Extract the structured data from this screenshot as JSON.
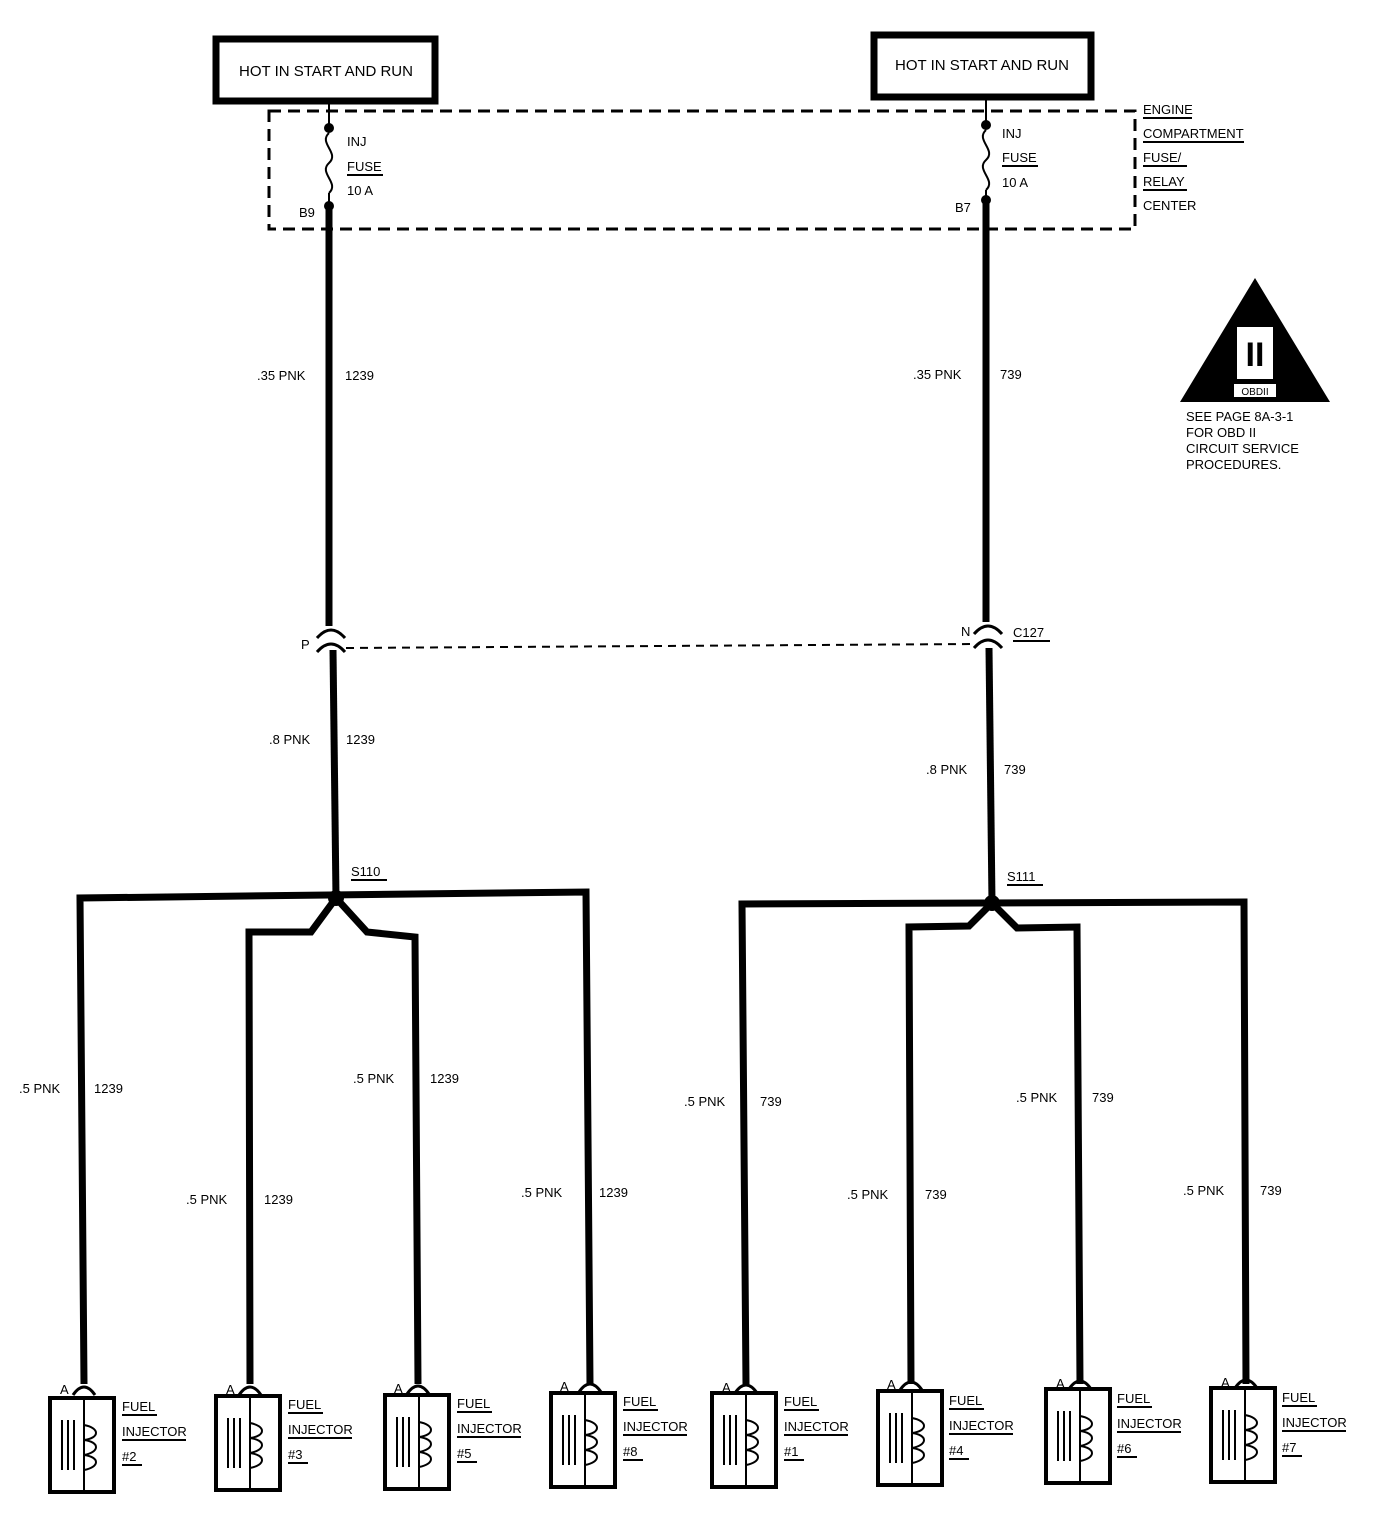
{
  "power_labels": [
    "HOT IN START AND RUN",
    "HOT IN START AND RUN"
  ],
  "fuse_center": {
    "lines": [
      "ENGINE",
      "COMPARTMENT",
      "FUSE/",
      "RELAY",
      "CENTER"
    ]
  },
  "fuses": [
    {
      "name_1": "INJ",
      "name_2": "FUSE",
      "rating": "10 A",
      "pin": "B9"
    },
    {
      "name_1": "INJ",
      "name_2": "FUSE",
      "rating": "10 A",
      "pin": "B7"
    }
  ],
  "obd_note": {
    "badge_top": "II",
    "badge_bottom": "OBDII",
    "lines": [
      "SEE PAGE 8A-3-1",
      "FOR OBD II",
      "CIRCUIT SERVICE",
      "PROCEDURES."
    ]
  },
  "wires": {
    "left_upper": {
      "gauge": ".35 PNK",
      "circuit": "1239"
    },
    "right_upper": {
      "gauge": ".35 PNK",
      "circuit": "739"
    },
    "left_mid": {
      "gauge": ".8 PNK",
      "circuit": "1239"
    },
    "right_mid": {
      "gauge": ".8 PNK",
      "circuit": "739"
    }
  },
  "connector": {
    "left_pin": "P",
    "right_pin": "N",
    "name": "C127"
  },
  "splices": [
    "S110",
    "S111"
  ],
  "branches": [
    {
      "gauge": ".5 PNK",
      "circuit": "1239"
    },
    {
      "gauge": ".5 PNK",
      "circuit": "1239"
    },
    {
      "gauge": ".5 PNK",
      "circuit": "1239"
    },
    {
      "gauge": ".5 PNK",
      "circuit": "1239"
    },
    {
      "gauge": ".5 PNK",
      "circuit": "739"
    },
    {
      "gauge": ".5 PNK",
      "circuit": "739"
    },
    {
      "gauge": ".5 PNK",
      "circuit": "739"
    },
    {
      "gauge": ".5 PNK",
      "circuit": "739"
    }
  ],
  "injectors": [
    {
      "pin": "A",
      "line_1": "FUEL",
      "line_2": "INJECTOR",
      "number": "#2"
    },
    {
      "pin": "A",
      "line_1": "FUEL",
      "line_2": "INJECTOR",
      "number": "#3"
    },
    {
      "pin": "A",
      "line_1": "FUEL",
      "line_2": "INJECTOR",
      "number": "#5"
    },
    {
      "pin": "A",
      "line_1": "FUEL",
      "line_2": "INJECTOR",
      "number": "#8"
    },
    {
      "pin": "A",
      "line_1": "FUEL",
      "line_2": "INJECTOR",
      "number": "#1"
    },
    {
      "pin": "A",
      "line_1": "FUEL",
      "line_2": "INJECTOR",
      "number": "#4"
    },
    {
      "pin": "A",
      "line_1": "FUEL",
      "line_2": "INJECTOR",
      "number": "#6"
    },
    {
      "pin": "A",
      "line_1": "FUEL",
      "line_2": "INJECTOR",
      "number": "#7"
    }
  ]
}
